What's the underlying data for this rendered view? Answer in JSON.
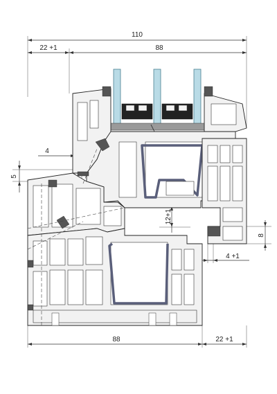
{
  "dimensions": {
    "overall_width": "110",
    "frame_top_offset": "22 +1",
    "frame_top_main": "88",
    "rebate_gap": "4",
    "overlap_left": "5",
    "sash_height_inner": "12+1",
    "side_right": "8",
    "gap_right": "4 +1",
    "bottom_main": "88",
    "bottom_offset": "22 +1"
  }
}
